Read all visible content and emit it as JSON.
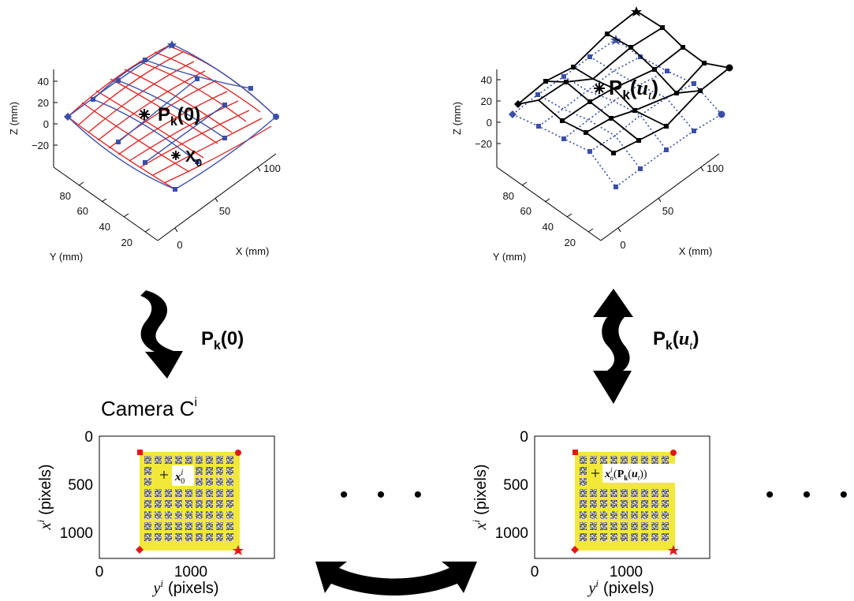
{
  "top_left_plot": {
    "z_axis_label": "Z (mm)",
    "z_ticks": [
      "40",
      "20",
      "0",
      "−20"
    ],
    "y_axis_label": "Y (mm)",
    "y_ticks": [
      "80",
      "60",
      "40",
      "20"
    ],
    "x_axis_label": "X (mm)",
    "x_ticks": [
      "0",
      "50",
      "100"
    ],
    "control_point_label": "P",
    "control_point_sub": "k",
    "control_point_arg": "(0)",
    "target_point_label": "X",
    "target_point_sub": "0"
  },
  "top_right_plot": {
    "z_axis_label": "Z (mm)",
    "z_ticks": [
      "40",
      "20",
      "0",
      "−20"
    ],
    "y_axis_label": "Y (mm)",
    "y_ticks": [
      "80",
      "60",
      "40",
      "20"
    ],
    "x_axis_label": "X (mm)",
    "x_ticks": [
      "0",
      "50",
      "100"
    ],
    "point_label": "P",
    "point_sub": "k",
    "point_arg_open": "(",
    "point_arg_var": "u",
    "point_arg_sub": "t",
    "point_arg_close": ")"
  },
  "left_arrow": {
    "label": "P",
    "sub": "k",
    "arg": "(0)"
  },
  "right_arrow": {
    "label": "P",
    "sub": "k",
    "arg_open": "(",
    "arg_var": "u",
    "arg_sub": "t",
    "arg_close": ")"
  },
  "camera_label": {
    "text": "Camera C",
    "sup": "i"
  },
  "bottom_left_image": {
    "y_ticks": [
      "0",
      "500",
      "1000"
    ],
    "x_ticks": [
      "0",
      "1000"
    ],
    "y_axis_var": "x",
    "y_axis_sup": "i",
    "y_axis_unit": "(pixels)",
    "x_axis_var": "y",
    "x_axis_sup": "i",
    "x_axis_unit": "(pixels)",
    "annotation_var": "x",
    "annotation_sup": "i",
    "annotation_sub": "0"
  },
  "bottom_right_image": {
    "y_ticks": [
      "0",
      "500",
      "1000"
    ],
    "x_ticks": [
      "0",
      "1000"
    ],
    "y_axis_var": "x",
    "y_axis_sup": "i",
    "y_axis_unit": "(pixels)",
    "x_axis_var": "y",
    "x_axis_sup": "i",
    "x_axis_unit": "(pixels)",
    "annotation_var": "x",
    "annotation_sup": "i",
    "annotation_sub": "n",
    "annotation_open": "(",
    "annotation_P": "P",
    "annotation_Psub": "k",
    "annotation_u_open": "(",
    "annotation_u": "u",
    "annotation_usub": "t",
    "annotation_close": "))"
  },
  "ellipses": [
    "• • •",
    "• • •"
  ],
  "colors": {
    "mesh_red": "#e02020",
    "mesh_blue": "#3a4fa8",
    "image_yellow": "#f2e83a",
    "corner_red": "#e01818"
  }
}
